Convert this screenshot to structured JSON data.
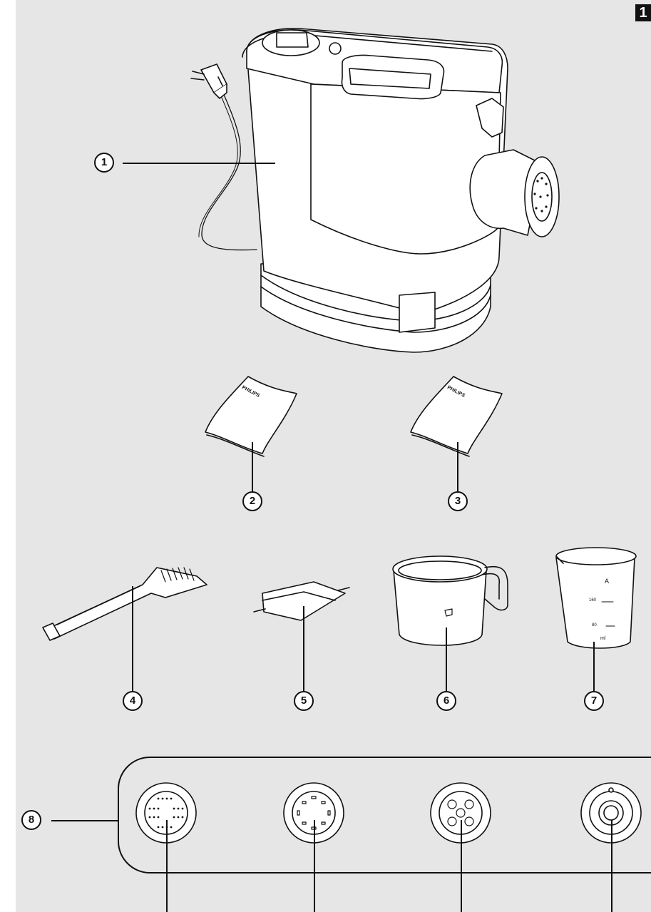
{
  "page": {
    "number": "1",
    "background": "#e6e6e6",
    "line_color": "#111111"
  },
  "manual": {
    "brand": "PHILIPS"
  },
  "jug": {
    "label": "A",
    "marks": [
      "160",
      "80"
    ],
    "unit": "ml"
  },
  "callouts": [
    {
      "id": "1",
      "part": "main-unit"
    },
    {
      "id": "2",
      "part": "booklet"
    },
    {
      "id": "3",
      "part": "booklet"
    },
    {
      "id": "4",
      "part": "cleaning-brush"
    },
    {
      "id": "5",
      "part": "flat-cutter"
    },
    {
      "id": "6",
      "part": "measuring-cup"
    },
    {
      "id": "7",
      "part": "measuring-jug"
    },
    {
      "id": "8",
      "part": "shaping-discs"
    }
  ]
}
